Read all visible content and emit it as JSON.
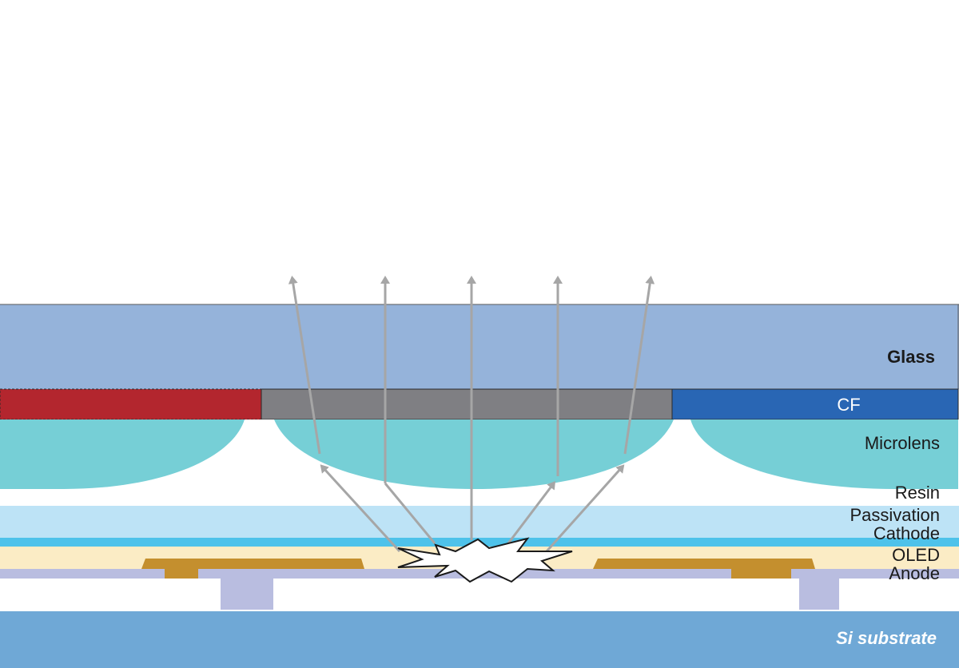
{
  "labels": {
    "glass": "Glass",
    "cf": "CF",
    "microlens": "Microlens",
    "resin": "Resin",
    "passivation": "Passivation",
    "cathode": "Cathode",
    "oled": "OLED",
    "anode": "Anode",
    "substrate": "Si substrate"
  },
  "colors": {
    "glass": "#95b3da",
    "cf_red": "#b3262e",
    "cf_gray": "#7f7f83",
    "cf_blue": "#2966b4",
    "microlens": "#76cfd6",
    "resin": "#ffffff",
    "passivation": "#bde3f6",
    "cathode": "#4ec2ea",
    "oled": "#fbecc5",
    "anode": "#b9bde0",
    "anode_metal": "#c48f2e",
    "substrate": "#6fa8d6",
    "arrow": "#a6a6a6"
  }
}
